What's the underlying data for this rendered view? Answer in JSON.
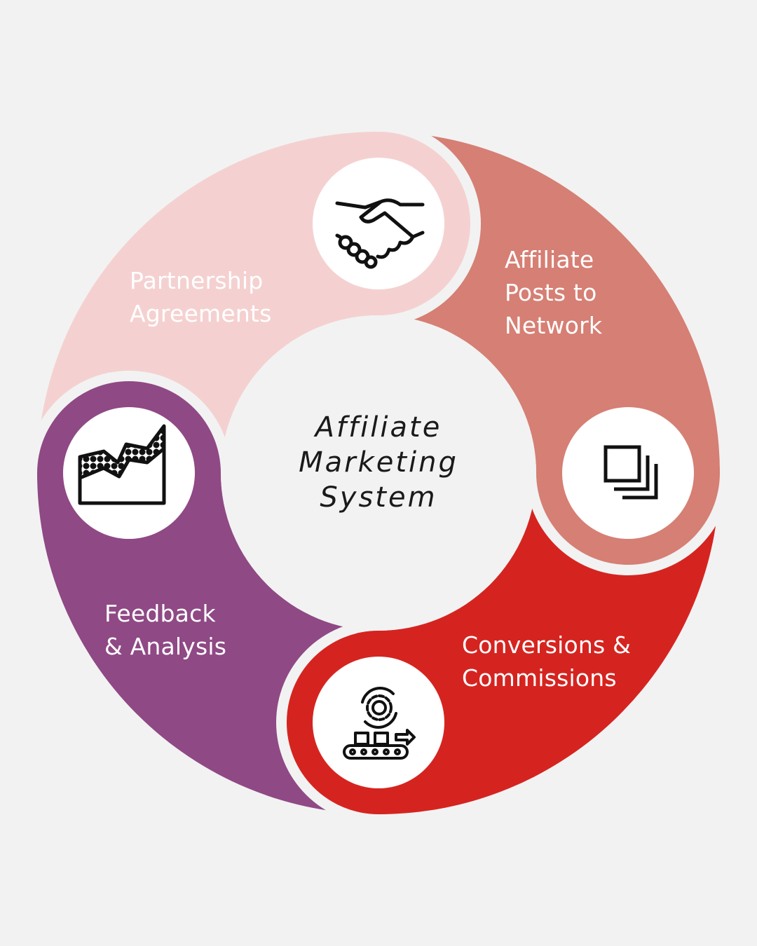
{
  "background": "#f2f2f2",
  "center": {
    "lines": [
      "Affiliate",
      "Marketing",
      "System"
    ]
  },
  "segments": [
    {
      "id": "partnership",
      "lines": [
        "Partnership",
        "Agreements"
      ],
      "color": "#f4d1d0",
      "icon": "handshake-icon"
    },
    {
      "id": "posts",
      "lines": [
        "Affiliate",
        "Posts to",
        "Network"
      ],
      "color": "#d67f74",
      "icon": "copy-layers-icon"
    },
    {
      "id": "conversions",
      "lines": [
        "Conversions &",
        "Commissions"
      ],
      "color": "#d52420",
      "icon": "gear-conveyor-icon"
    },
    {
      "id": "feedback",
      "lines": [
        "Feedback",
        "& Analysis"
      ],
      "color": "#8f4985",
      "icon": "area-chart-icon"
    }
  ]
}
